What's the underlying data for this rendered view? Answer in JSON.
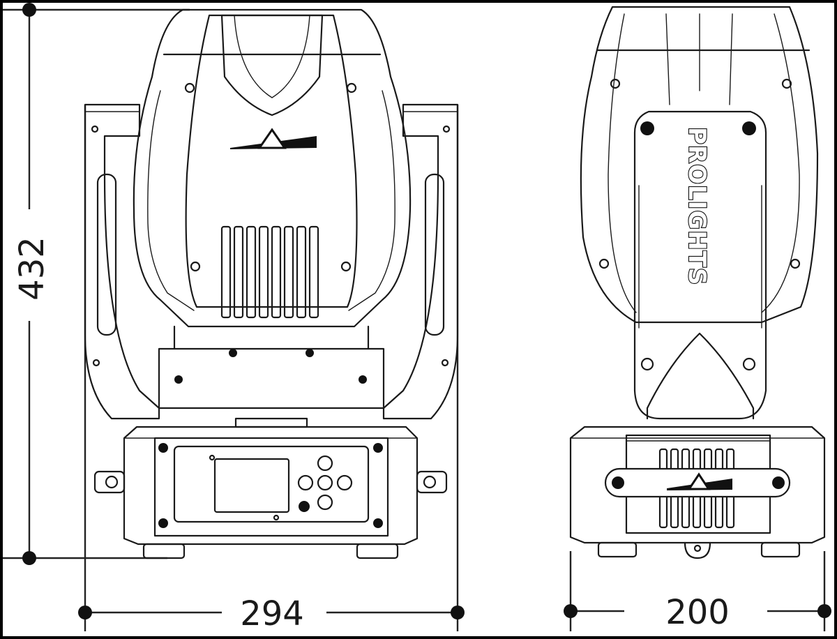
{
  "diagram": {
    "dimensions": {
      "height": "432",
      "front_width": "294",
      "side_width": "200"
    },
    "brand_label": "PROLIGHTS",
    "colors": {
      "background": "#ffffff",
      "frame": "#000000",
      "line": "#1a1a1a"
    }
  }
}
